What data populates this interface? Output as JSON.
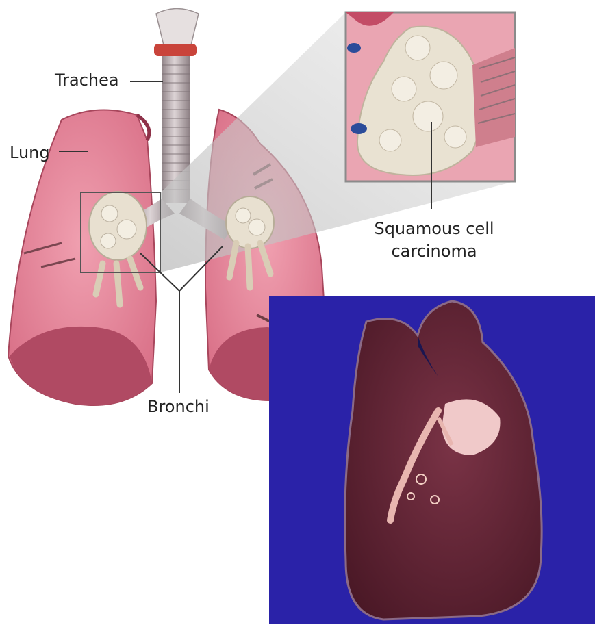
{
  "labels": {
    "trachea": "Trachea",
    "lung": "Lung",
    "bronchi": "Bronchi",
    "scc_line1": "Squamous cell",
    "scc_line2": "carcinoma"
  },
  "colors": {
    "lung_pink": "#e8889a",
    "lung_dark": "#c4566e",
    "trachea_grey": "#b9aeb0",
    "tumor_cream": "#e9e2d2",
    "photo_blue": "#2a22a8",
    "specimen_maroon": "#5a1e2e"
  }
}
